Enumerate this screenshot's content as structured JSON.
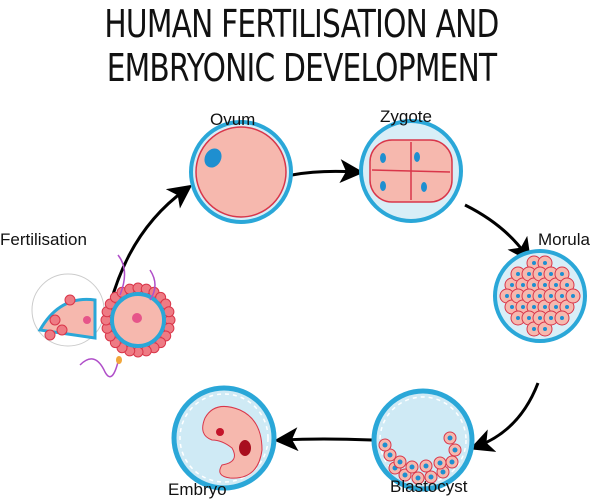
{
  "title": {
    "line1": "HUMAN FERTILISATION AND",
    "line2": "EMBRYONIC DEVELOPMENT"
  },
  "stages": {
    "fertilisation": "Fertilisation",
    "ovum": "Ovum",
    "zygote": "Zygote",
    "morula": "Morula",
    "blastocyst": "Blastocyst",
    "embryo": "Embryo"
  },
  "colors": {
    "membrane": "#2aa7d8",
    "cell": "#f6b8ae",
    "cell_border": "#d9364a",
    "nucleus": "#1e8fd0",
    "fluid": "#cfeaf5",
    "sperm": "#b04fc9",
    "arrow": "#000000"
  }
}
